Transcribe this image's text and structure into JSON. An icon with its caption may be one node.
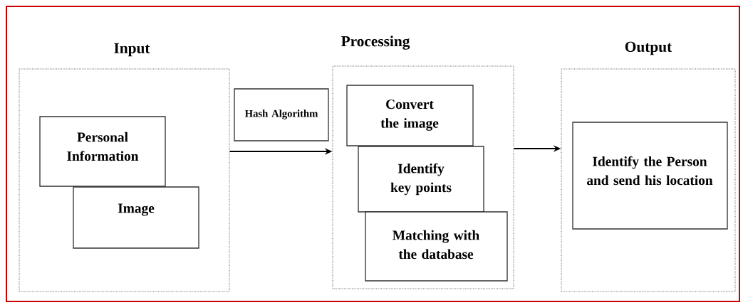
{
  "diagram": {
    "nodes": [
      {
        "text": [
          "Input"
        ]
      },
      {
        "text": [
          "Personal Information"
        ],
        "in": 0
      },
      {
        "text": [
          "Image"
        ],
        "in": 0
      },
      {
        "text": [
          "Hash Algorithm"
        ]
      },
      {
        "text": [
          "Processing"
        ]
      },
      {
        "text": [
          "Convert the image"
        ],
        "in": 4
      },
      {
        "text": [
          "Identify key points"
        ],
        "in": 4
      },
      {
        "text": [
          "Matching with the database"
        ],
        "in": 4
      },
      {
        "text": [
          "Output"
        ]
      },
      {
        "text": [
          "Identify the Person and send his location"
        ],
        "in": 8
      }
    ],
    "edges": [
      {
        "from": 0,
        "to": 4,
        "arrow": "to"
      },
      {
        "from": 4,
        "to": 8,
        "arrow": "to"
      }
    ]
  }
}
